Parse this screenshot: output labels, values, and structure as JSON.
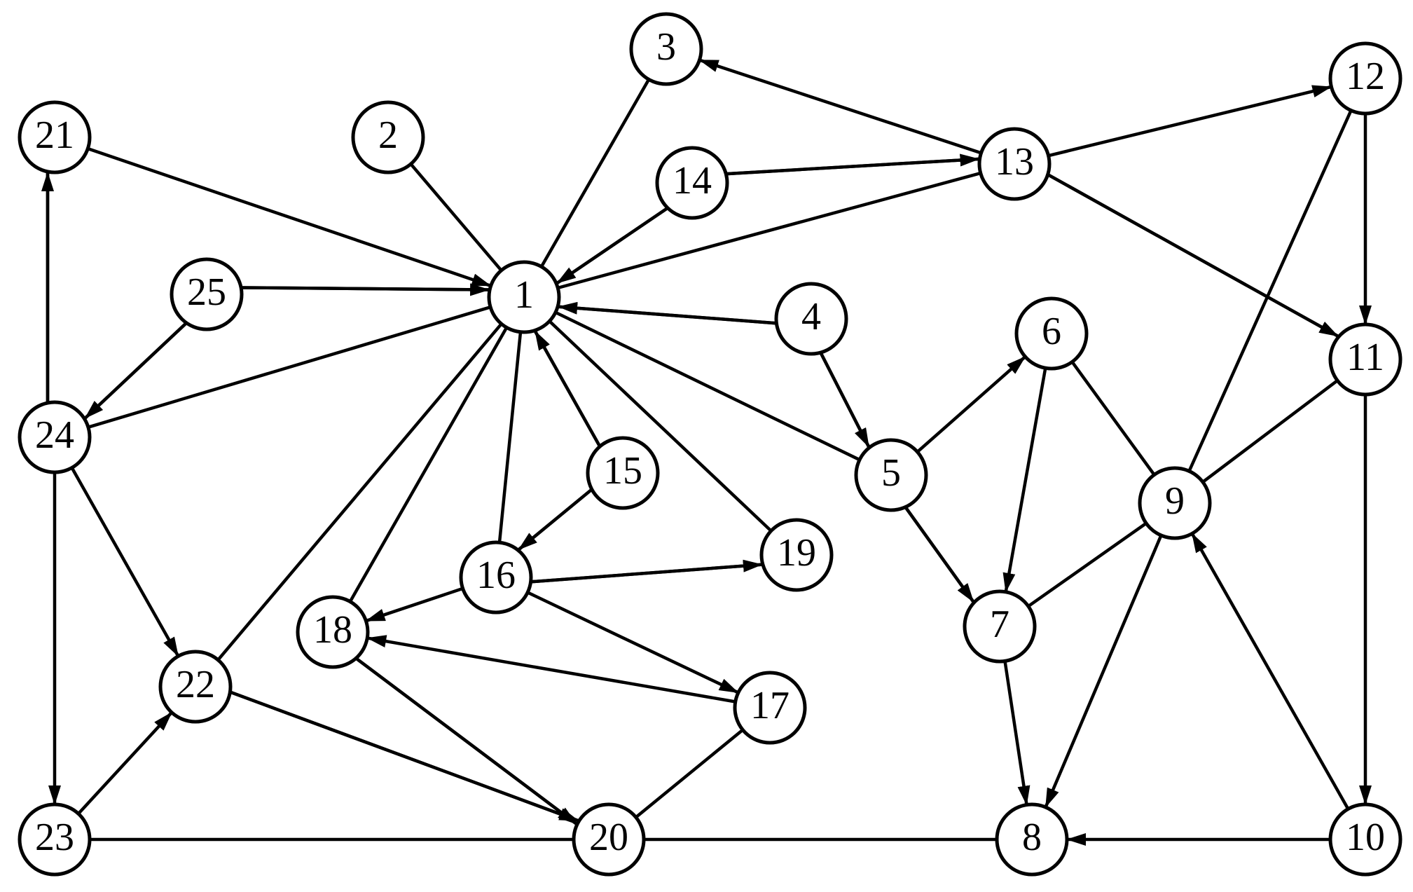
{
  "colors": {
    "stroke": "#000000",
    "background": "#ffffff"
  },
  "nodes": [
    {
      "id": "1",
      "label": "1"
    },
    {
      "id": "2",
      "label": "2"
    },
    {
      "id": "3",
      "label": "3"
    },
    {
      "id": "4",
      "label": "4"
    },
    {
      "id": "5",
      "label": "5"
    },
    {
      "id": "6",
      "label": "6"
    },
    {
      "id": "7",
      "label": "7"
    },
    {
      "id": "8",
      "label": "8"
    },
    {
      "id": "9",
      "label": "9"
    },
    {
      "id": "10",
      "label": "10"
    },
    {
      "id": "11",
      "label": "11"
    },
    {
      "id": "12",
      "label": "12"
    },
    {
      "id": "13",
      "label": "13"
    },
    {
      "id": "14",
      "label": "14"
    },
    {
      "id": "15",
      "label": "15"
    },
    {
      "id": "16",
      "label": "16"
    },
    {
      "id": "17",
      "label": "17"
    },
    {
      "id": "18",
      "label": "18"
    },
    {
      "id": "19",
      "label": "19"
    },
    {
      "id": "20",
      "label": "20"
    },
    {
      "id": "21",
      "label": "21"
    },
    {
      "id": "22",
      "label": "22"
    },
    {
      "id": "23",
      "label": "23"
    },
    {
      "id": "24",
      "label": "24"
    },
    {
      "id": "25",
      "label": "25"
    }
  ],
  "edges": [
    {
      "from": "2",
      "to": "1",
      "arrow": false
    },
    {
      "from": "1",
      "to": "3",
      "arrow": false
    },
    {
      "from": "13",
      "to": "3",
      "arrow": true
    },
    {
      "from": "13",
      "to": "1",
      "arrow": false
    },
    {
      "from": "14",
      "to": "13",
      "arrow": true
    },
    {
      "from": "13",
      "to": "14",
      "arrow": false
    },
    {
      "from": "14",
      "to": "1",
      "arrow": true
    },
    {
      "from": "1",
      "to": "14",
      "arrow": false
    },
    {
      "from": "21",
      "to": "1",
      "arrow": true
    },
    {
      "from": "25",
      "to": "1",
      "arrow": true
    },
    {
      "from": "1",
      "to": "25",
      "arrow": false
    },
    {
      "from": "24",
      "to": "1",
      "arrow": false
    },
    {
      "from": "25",
      "to": "24",
      "arrow": true
    },
    {
      "from": "24",
      "to": "25",
      "arrow": false
    },
    {
      "from": "24",
      "to": "21",
      "arrow": true
    },
    {
      "from": "21",
      "to": "24",
      "arrow": false
    },
    {
      "from": "24",
      "to": "22",
      "arrow": true
    },
    {
      "from": "24",
      "to": "23",
      "arrow": true
    },
    {
      "from": "23",
      "to": "22",
      "arrow": true
    },
    {
      "from": "22",
      "to": "1",
      "arrow": false
    },
    {
      "from": "18",
      "to": "1",
      "arrow": false
    },
    {
      "from": "16",
      "to": "1",
      "arrow": false
    },
    {
      "from": "1",
      "to": "15",
      "arrow": false
    },
    {
      "from": "15",
      "to": "1",
      "arrow": true
    },
    {
      "from": "19",
      "to": "1",
      "arrow": false
    },
    {
      "from": "5",
      "to": "1",
      "arrow": false
    },
    {
      "from": "1",
      "to": "4",
      "arrow": false
    },
    {
      "from": "4",
      "to": "1",
      "arrow": true
    },
    {
      "from": "4",
      "to": "5",
      "arrow": true
    },
    {
      "from": "5",
      "to": "4",
      "arrow": false
    },
    {
      "from": "15",
      "to": "16",
      "arrow": true
    },
    {
      "from": "16",
      "to": "15",
      "arrow": false
    },
    {
      "from": "16",
      "to": "19",
      "arrow": true
    },
    {
      "from": "19",
      "to": "16",
      "arrow": false
    },
    {
      "from": "16",
      "to": "18",
      "arrow": true
    },
    {
      "from": "16",
      "to": "17",
      "arrow": true
    },
    {
      "from": "17",
      "to": "18",
      "arrow": true
    },
    {
      "from": "17",
      "to": "20",
      "arrow": false
    },
    {
      "from": "18",
      "to": "20",
      "arrow": true
    },
    {
      "from": "20",
      "to": "18",
      "arrow": false
    },
    {
      "from": "22",
      "to": "20",
      "arrow": true
    },
    {
      "from": "20",
      "to": "22",
      "arrow": false
    },
    {
      "from": "23",
      "to": "20",
      "arrow": false
    },
    {
      "from": "20",
      "to": "8",
      "arrow": false
    },
    {
      "from": "5",
      "to": "6",
      "arrow": true
    },
    {
      "from": "5",
      "to": "7",
      "arrow": true
    },
    {
      "from": "7",
      "to": "5",
      "arrow": false
    },
    {
      "from": "6",
      "to": "7",
      "arrow": true
    },
    {
      "from": "6",
      "to": "9",
      "arrow": false
    },
    {
      "from": "7",
      "to": "9",
      "arrow": false
    },
    {
      "from": "7",
      "to": "8",
      "arrow": true
    },
    {
      "from": "9",
      "to": "8",
      "arrow": true
    },
    {
      "from": "9",
      "to": "12",
      "arrow": false
    },
    {
      "from": "9",
      "to": "11",
      "arrow": false
    },
    {
      "from": "10",
      "to": "9",
      "arrow": true
    },
    {
      "from": "10",
      "to": "8",
      "arrow": true
    },
    {
      "from": "13",
      "to": "12",
      "arrow": true
    },
    {
      "from": "13",
      "to": "11",
      "arrow": true
    },
    {
      "from": "11",
      "to": "13",
      "arrow": false
    },
    {
      "from": "12",
      "to": "11",
      "arrow": true
    },
    {
      "from": "11",
      "to": "10",
      "arrow": true
    }
  ]
}
